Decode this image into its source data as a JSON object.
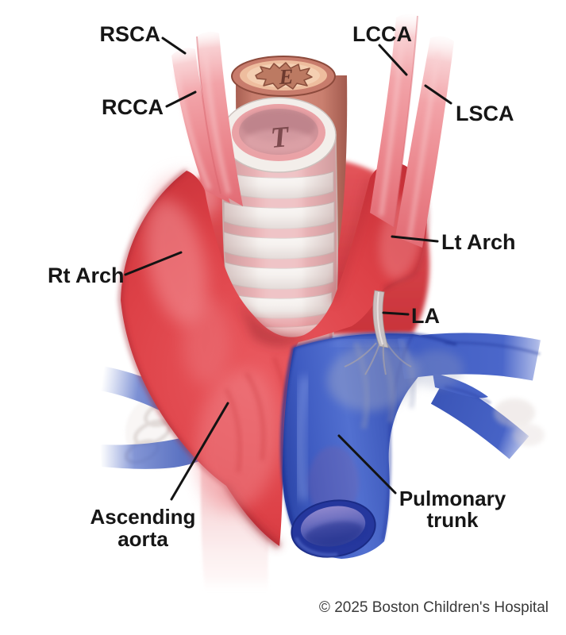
{
  "figure": {
    "credit": "© 2025 Boston Children's Hospital"
  },
  "labels": {
    "rsca": "RSCA",
    "rcca": "RCCA",
    "lcca": "LCCA",
    "lsca": "LSCA",
    "rt_arch": "Rt Arch",
    "lt_arch": "Lt Arch",
    "la": "LA",
    "ascending_line1": "Ascending",
    "ascending_line2": "aorta",
    "pulmonary_line1": "Pulmonary",
    "pulmonary_line2": "trunk",
    "esophagus_letter": "E",
    "trachea_letter": "T"
  },
  "colors": {
    "artery_red": "#d93c43",
    "vessel_pink": "#ef9096",
    "vein_blue": "#3f5ec4",
    "trachea_white": "#f4efec",
    "esophagus_salmon": "#c87c6c",
    "ligament_gray": "#ccc6c5",
    "label_black": "#161616",
    "credit_gray": "#3a3a3a",
    "background": "#ffffff"
  }
}
